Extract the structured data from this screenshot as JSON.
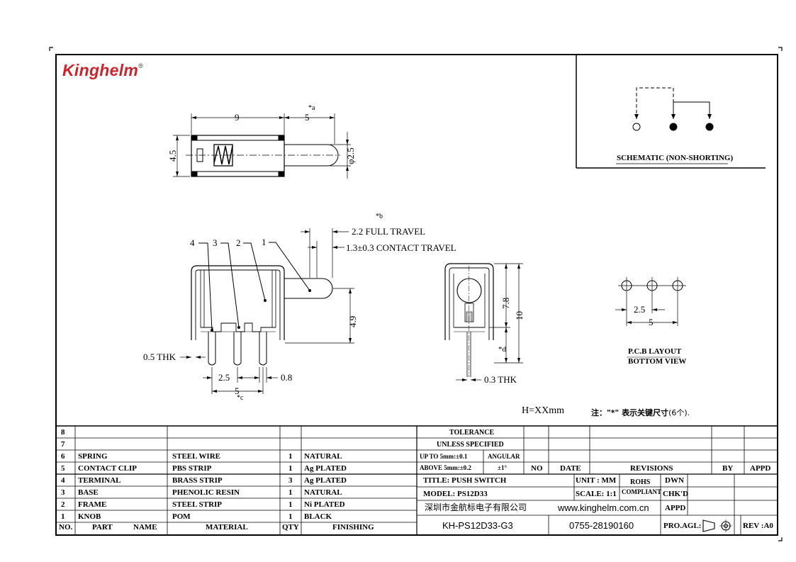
{
  "brand": {
    "name": "Kinghelm",
    "reg": "®"
  },
  "top_view": {
    "dim_len": "9",
    "dim_travel": "5",
    "dim_travel_mark": "*a",
    "dim_height": "4.5",
    "dim_dia": "φ2.5"
  },
  "side_view": {
    "mark_b": "*b",
    "full_travel": "2.2 FULL TRAVEL",
    "contact_travel": "1.3±0.3 CONTACT TRAVEL",
    "balloons": [
      "4",
      "3",
      "2",
      "1"
    ],
    "dim_49": "4.9",
    "thk": "0.5 THK",
    "pitch": "2.5",
    "pin_w": "0.8",
    "span": "5",
    "mark_c": "*c"
  },
  "end_view": {
    "dim_78": "7.8",
    "dim_10": "10",
    "mark_d": "*d",
    "thk": "0.3 THK"
  },
  "pcb": {
    "pitch": "2.5",
    "span": "5",
    "title": "P.C.B LAYOUT",
    "subtitle": "BOTTOM VIEW"
  },
  "schematic": {
    "title": "SCHEMATIC (NON-SHORTING)"
  },
  "notes": {
    "height": "H=XXmm",
    "cn_note_prefix": "注：\"*\"",
    "cn_note_body": "表示关键尺寸",
    "cn_note_count": "(6个)."
  },
  "bom": {
    "headers": {
      "no": "NO.",
      "part": "PART",
      "name": "NAME",
      "material": "MATERIAL",
      "qty": "QTY",
      "finishing": "FINISHING"
    },
    "rows": [
      {
        "no": "8",
        "part": "",
        "material": "",
        "qty": "",
        "finish": ""
      },
      {
        "no": "7",
        "part": "",
        "material": "",
        "qty": "",
        "finish": ""
      },
      {
        "no": "6",
        "part": "SPRING",
        "material": "STEEL WIRE",
        "qty": "1",
        "finish": "NATURAL"
      },
      {
        "no": "5",
        "part": "CONTACT CLIP",
        "material": "PBS STRIP",
        "qty": "1",
        "finish": "Ag PLATED"
      },
      {
        "no": "4",
        "part": "TERMINAL",
        "material": "BRASS STRIP",
        "qty": "3",
        "finish": "Ag PLATED"
      },
      {
        "no": "3",
        "part": "BASE",
        "material": "PHENOLIC RESIN",
        "qty": "1",
        "finish": "NATURAL"
      },
      {
        "no": "2",
        "part": "FRAME",
        "material": "STEEL STRIP",
        "qty": "1",
        "finish": "Ni PLATED"
      },
      {
        "no": "1",
        "part": "KNOB",
        "material": "POM",
        "qty": "1",
        "finish": "BLACK"
      }
    ]
  },
  "title_block": {
    "tol_1": "TOLERANCE",
    "tol_2": "UNLESS   SPECIFIED",
    "tol_up": "UP TO 5mm:±0.1",
    "tol_above": "ABOVE 5mm:±0.2",
    "angular": "ANGULAR",
    "angular_val": "±1°",
    "rev_no": "NO",
    "rev_date": "DATE",
    "rev_revisions": "REVISIONS",
    "rev_by": "BY",
    "rev_appd": "APPD",
    "title": "TITLE: PUSH SWITCH",
    "unit": "UNIT : MM",
    "rohs": "ROHS",
    "compliant": "COMPLIANT",
    "dwn": "DWN",
    "model": "MODEL: PS12D33",
    "scale": "SCALE: 1:1",
    "chkd": "CHK'D",
    "company": "深圳市金航标电子有限公司",
    "website": "www.kinghelm.com.cn",
    "appd": "APPD",
    "part_no": "KH-PS12D33-G3",
    "phone": "0755-28190160",
    "proj_angle": "PRO.AGL:",
    "rev": "REV :A0"
  }
}
